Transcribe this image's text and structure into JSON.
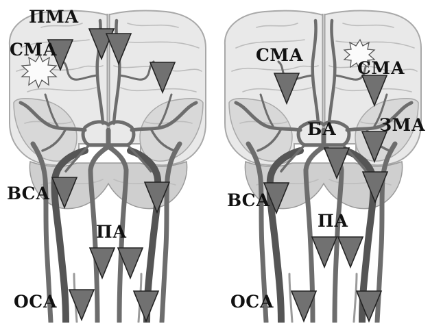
{
  "colors": {
    "background": "#ffffff",
    "brain_fill": "#e9e9e9",
    "brain_edge": "#a8a8a8",
    "gyri": "#bdbdbd",
    "vessel": "#6d6d6d",
    "vessel_dark": "#555555",
    "vessel_light": "#9a9a9a",
    "marker": "#717171",
    "marker_edge": "#222222",
    "label": "#111111"
  },
  "left_panel": {
    "labels": {
      "pma": "ПМА",
      "sma": "СМА",
      "vsa": "ВСА",
      "pa": "ПА",
      "osa": "ОСА"
    },
    "markers": [
      "marker",
      "marker",
      "marker",
      "marker",
      "marker",
      "marker",
      "marker",
      "marker",
      "marker",
      "marker"
    ],
    "icons": [
      "burst-icon"
    ]
  },
  "right_panel": {
    "labels": {
      "sma_left": "СМА",
      "sma_right": "СМА",
      "ba": "БА",
      "zma": "ЗМА",
      "vsa": "ВСА",
      "pa": "ПА",
      "osa": "ОСА"
    },
    "markers": [
      "marker",
      "marker",
      "marker",
      "marker",
      "marker",
      "marker",
      "marker",
      "marker",
      "marker",
      "marker",
      "marker"
    ],
    "icons": [
      "burst-icon"
    ]
  }
}
